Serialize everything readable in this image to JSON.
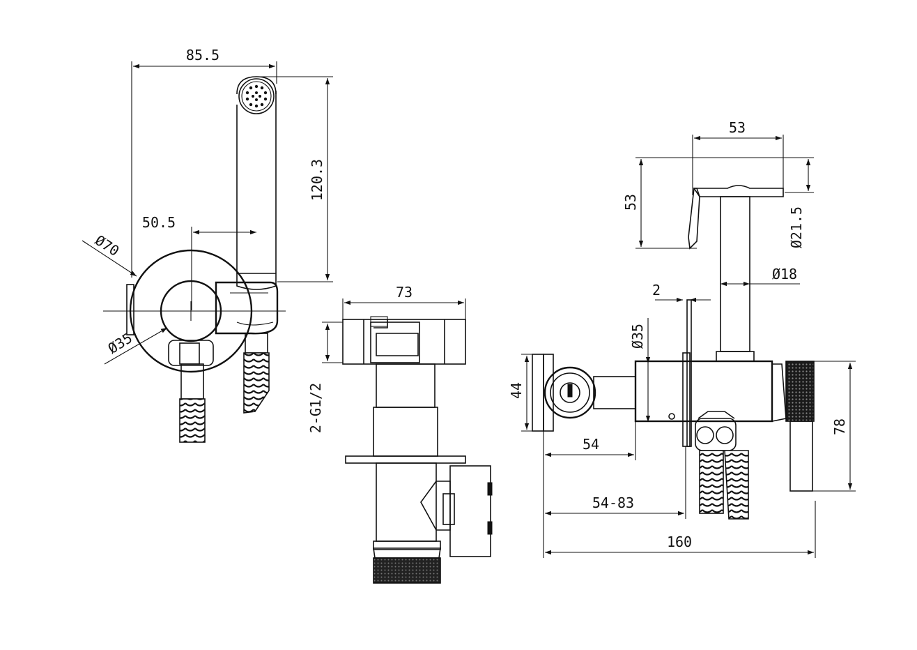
{
  "colors": {
    "line": "#111111",
    "background": "#ffffff"
  },
  "dimensions": {
    "left_view": {
      "overall_width": "85.5",
      "overall_height": "120.3",
      "offset": "50.5",
      "plate_diameter": "Ø70",
      "hub_diameter": "Ø35"
    },
    "middle_view": {
      "body_width": "73",
      "thread": "2-G1/2"
    },
    "right_view": {
      "head_width": "53",
      "head_height": "53",
      "nozzle_diameter": "Ø21.5",
      "stem_diameter": "Ø18",
      "plate_thickness": "2",
      "body_diameter": "Ø35",
      "valve_height": "44",
      "projection_min": "54",
      "projection_range": "54-83",
      "total_length": "160",
      "holder_height": "78"
    }
  }
}
